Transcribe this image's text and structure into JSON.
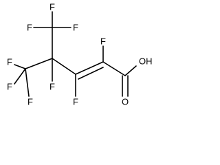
{
  "structure": {
    "labels": {
      "f1": "F",
      "f2": "F",
      "f3": "F",
      "f4": "F",
      "f5": "F",
      "f6": "F",
      "f7": "F",
      "f8": "F",
      "f9": "F",
      "oh": "OH",
      "o": "O"
    }
  }
}
